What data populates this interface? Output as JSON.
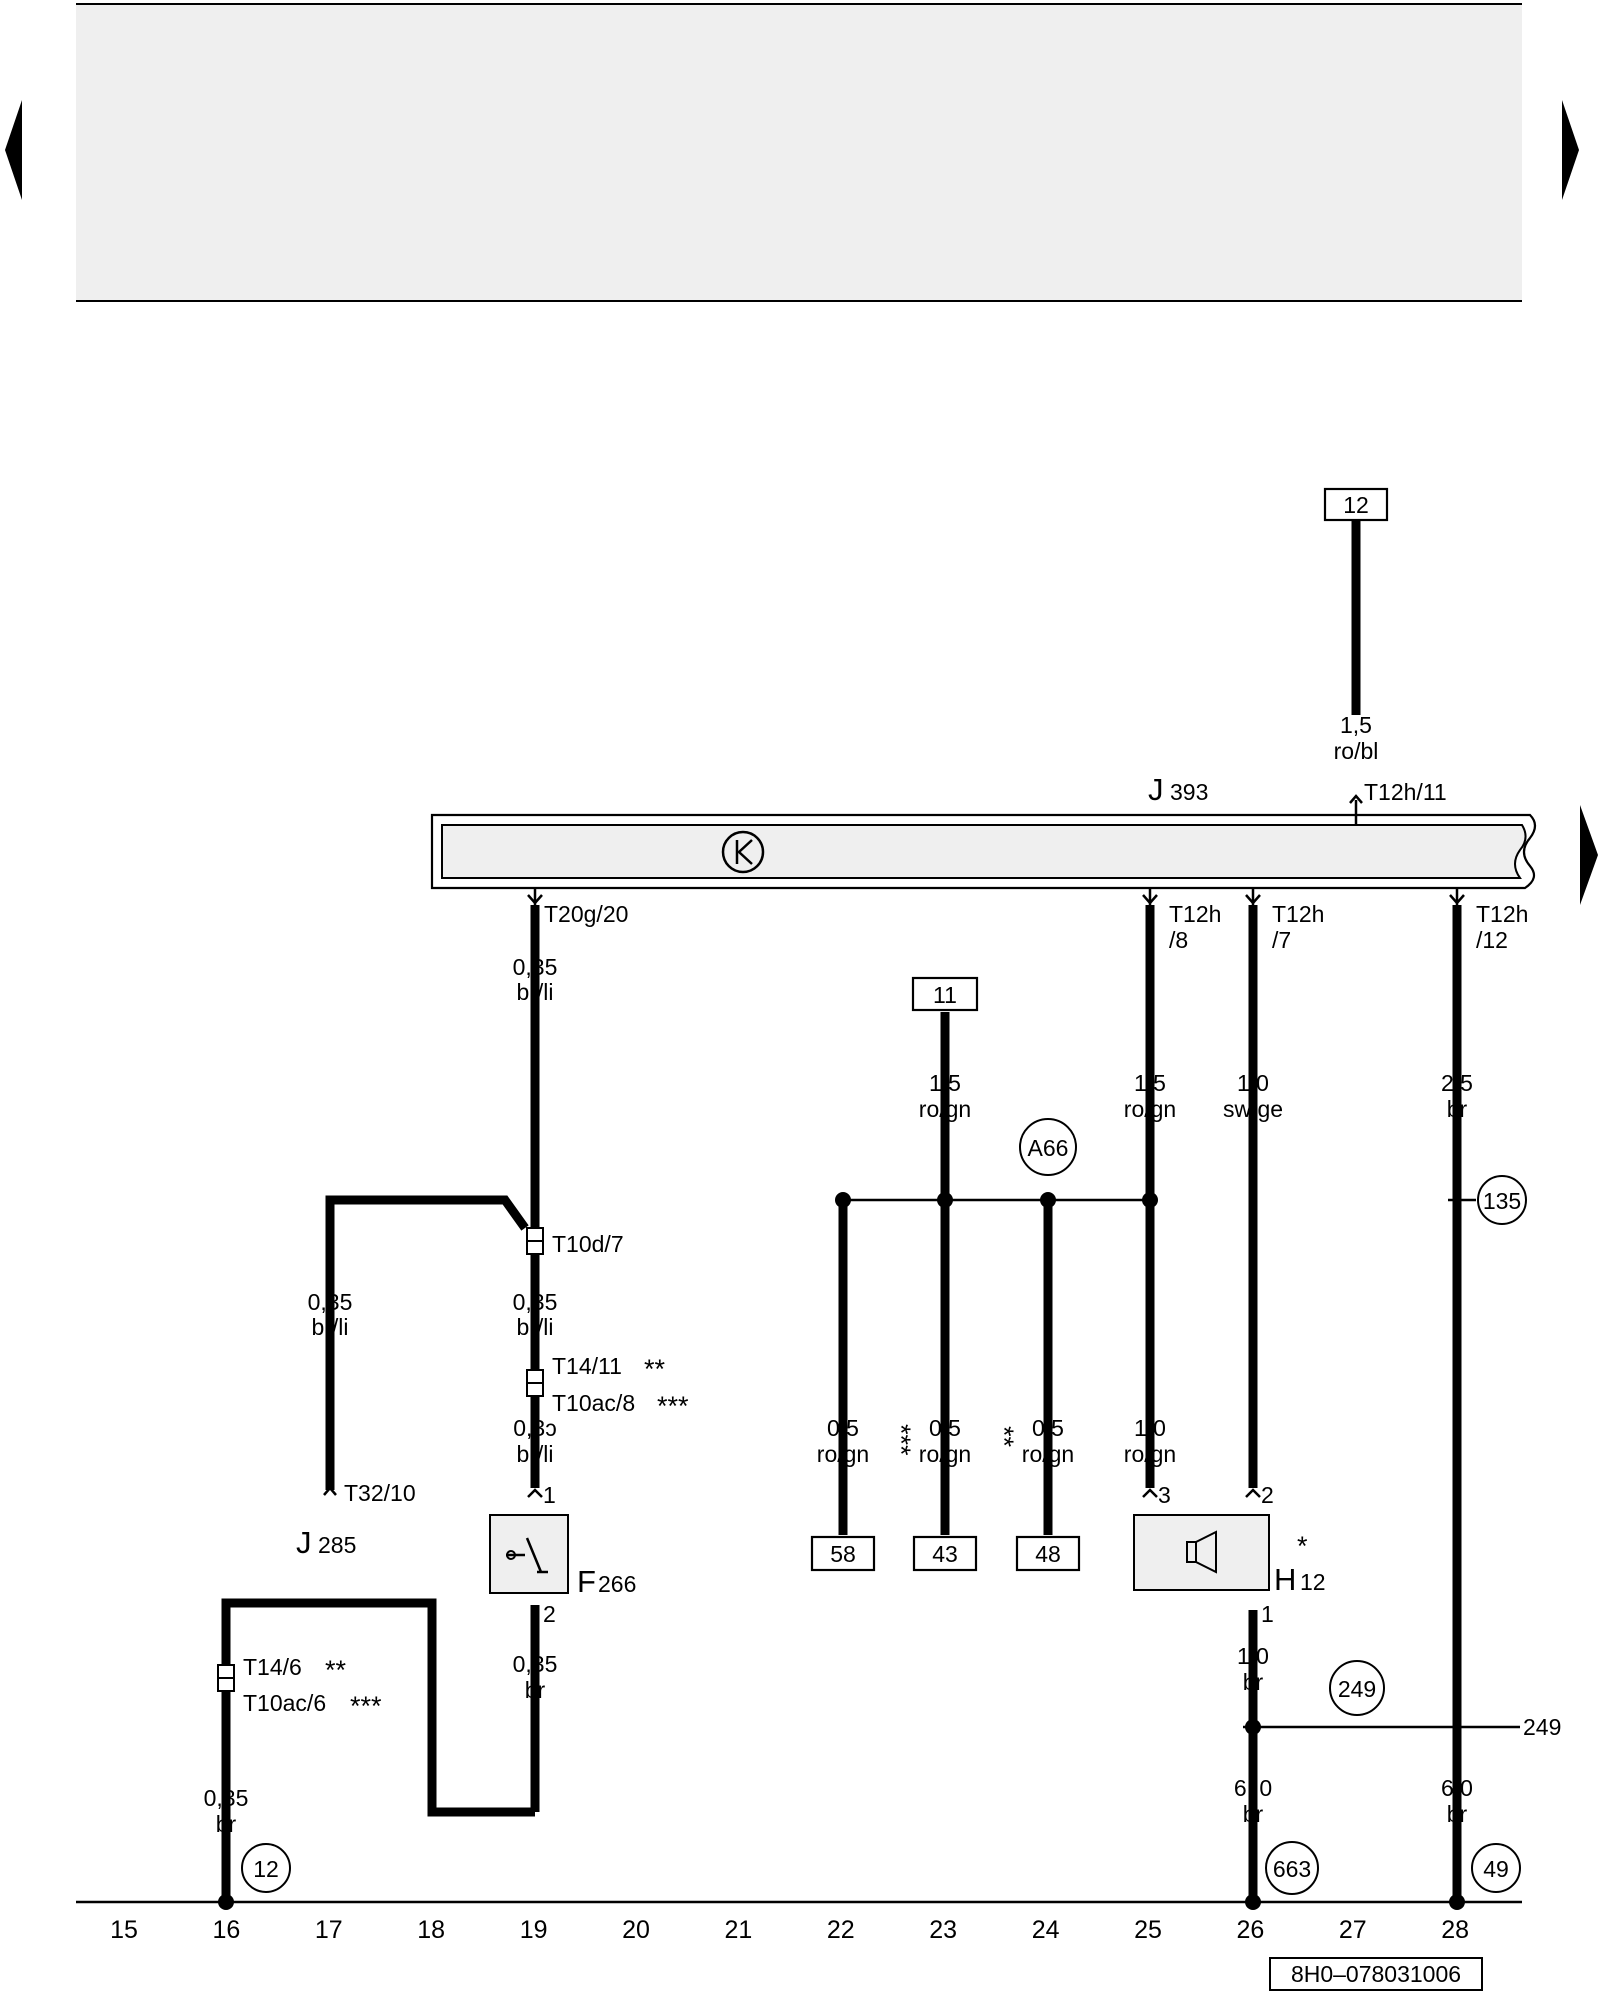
{
  "nav": {
    "prev_label": "",
    "next_label": ""
  },
  "header": {
    "band_color": "#efefef"
  },
  "components": {
    "j393": {
      "code": "J",
      "num": "393"
    },
    "j285": {
      "code": "J",
      "num": "285"
    },
    "f266": {
      "code": "F",
      "num": "266"
    },
    "h12": {
      "code": "H",
      "num": "12",
      "mark": "*"
    },
    "a66": "A66"
  },
  "refs": {
    "r12": "12",
    "r11": "11",
    "r58": "58",
    "r43": "43",
    "r48": "48",
    "c135": "135",
    "c249": "249",
    "c12": "12",
    "c663": "663",
    "c49": "49",
    "line249": "249"
  },
  "connectors": {
    "t12h11": "T12h/11",
    "t20g20": "T20g/20",
    "t12h8a": "T12h",
    "t12h8b": "/8",
    "t12h7a": "T12h",
    "t12h7b": "/7",
    "t12h12a": "T12h",
    "t12h12b": "/12",
    "t10d7": "T10d/7",
    "t1411": "T14/11",
    "t1411_mark": "**",
    "t10ac8": "T10ac/8",
    "t10ac8_mark": "***",
    "t3210": "T32/10",
    "t146": "T14/6",
    "t146_mark": "**",
    "t10ac6": "T10ac/6",
    "t10ac6_mark": "***",
    "f266_p1": "1",
    "f266_p2": "2",
    "h12_p3": "3",
    "h12_p2": "2",
    "h12_p1": "1"
  },
  "wires": {
    "w_top_s": "1,5",
    "w_top_c": "ro/bl",
    "w19a_s": "0,35",
    "w19a_c": "br/li",
    "w23a_s": "1,5",
    "w23a_c": "ro/gn",
    "w25a_s": "1,5",
    "w25a_c": "ro/gn",
    "w26a_s": "1,0",
    "w26a_c": "sw/ge",
    "w28a_s": "2,5",
    "w28a_c": "br",
    "w17_s": "0,35",
    "w17_c": "br/li",
    "w19b_s": "0,35",
    "w19b_c": "br/li",
    "w19c_s": "0,3ɔ",
    "w19c_c": "br/li",
    "w22_s": "0,5",
    "w22_c": "ro/gn",
    "w22_mark": "***",
    "w23b_s": "0,5",
    "w23b_c": "ro/gn",
    "w23b_mark": "**",
    "w24_s": "0,5",
    "w24_c": "ro/gn",
    "w25b_s": "1,0",
    "w25b_c": "ro/gn",
    "w19d_s": "0,35",
    "w19d_c": "br",
    "w26b_s": "1,0",
    "w26b_c": "br",
    "w16_s": "0,35",
    "w16_c": "br",
    "w26c_s": "6 ,0",
    "w26c_c": "br",
    "w28b_s": "6,0",
    "w28b_c": "br"
  },
  "columns": [
    "15",
    "16",
    "17",
    "18",
    "19",
    "20",
    "21",
    "22",
    "23",
    "24",
    "25",
    "26",
    "27",
    "28"
  ],
  "footer": {
    "code": "8H0–078031006"
  }
}
